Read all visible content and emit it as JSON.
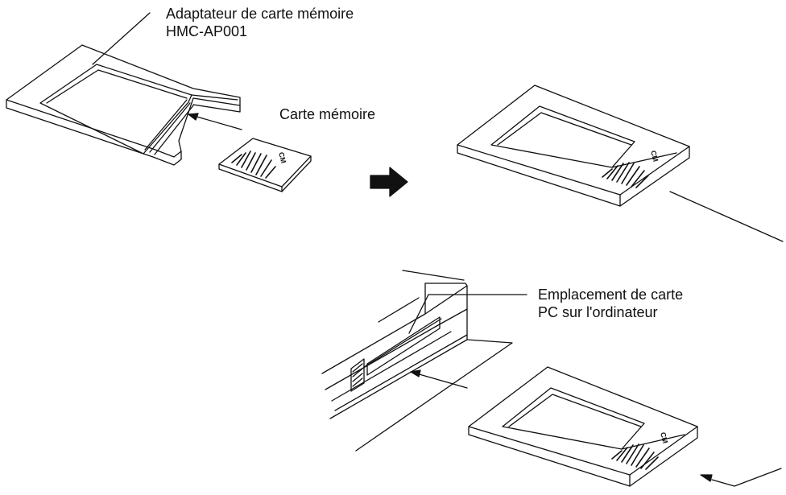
{
  "labels": {
    "adapter_line1": "Adaptateur de carte mémoire",
    "adapter_line2": "HMC-AP001",
    "memory_card": "Carte mémoire",
    "slot_line1": "Emplacement de carte",
    "slot_line2": "PC sur l'ordinateur",
    "card_mark": "CM"
  },
  "colors": {
    "line": "#111111",
    "background": "#ffffff"
  },
  "icons": {
    "direction": "right-arrow-icon"
  }
}
